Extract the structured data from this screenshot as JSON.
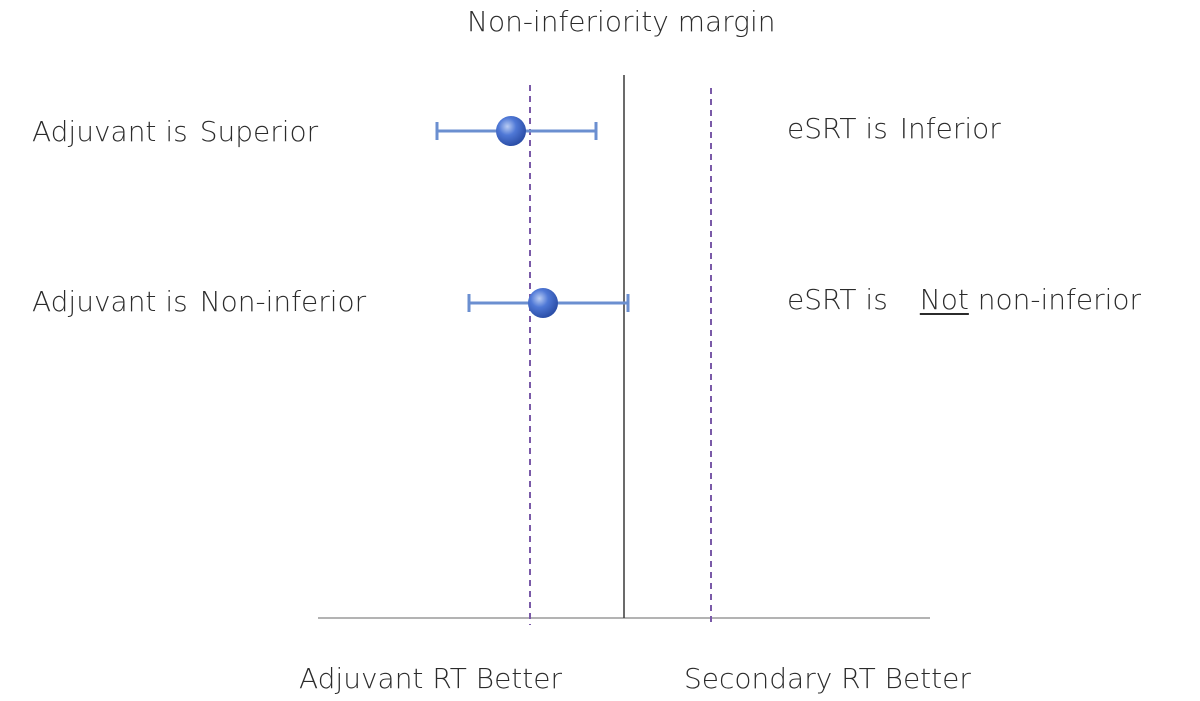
{
  "title": "Non-inferiority margin",
  "rows": [
    {
      "left_prefix": "Adjuvant is",
      "left_word": "Superior",
      "right_prefix": "eSRT is",
      "right_emphasis": "",
      "right_word": "Inferior"
    },
    {
      "left_prefix": "Adjuvant is",
      "left_word": "Non-inferior",
      "right_prefix": "eSRT is",
      "right_emphasis": "Not",
      "right_word": "non-inferior"
    }
  ],
  "x_labels": {
    "left": "Adjuvant RT Better",
    "right": "Secondary RT Better"
  },
  "colors": {
    "interval": "#6b8fd0",
    "point": "#3f6bd1",
    "margin_line": "#7a5aa8",
    "zero_line": "#3a3a3a",
    "axis": "#9a9a9a"
  },
  "icons": {
    "point_estimate": "sphere-marker",
    "error_bar": "horizontal-error-bar"
  }
}
